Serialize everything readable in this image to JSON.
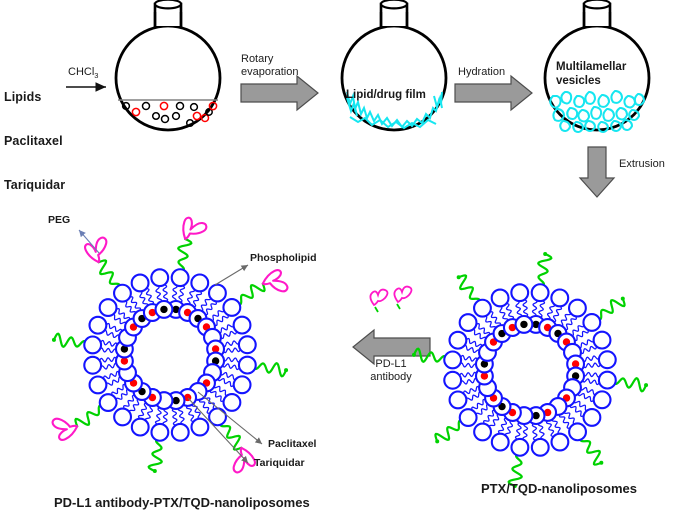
{
  "figure": {
    "type": "diagram",
    "subject": "Preparation scheme of PD-L1 antibody-PTX/TQD-nanoliposomes"
  },
  "inputs": {
    "line1": "Lipids",
    "line2": "Paclitaxel",
    "line3": "Tariquidar",
    "solvent_prefix": "CHCl",
    "solvent_sub": "3"
  },
  "steps": {
    "rotary": "Rotary\nevaporation",
    "hydration": "Hydration",
    "extrusion": "Extrusion",
    "pdl1_antibody": "PD-L1\nantibody"
  },
  "flasks": [
    {
      "id": "flask-solution",
      "label": "",
      "content": "lipid/drug solution in chloroform"
    },
    {
      "id": "flask-film",
      "label": "Lipid/drug film",
      "content": "dried lipid film"
    },
    {
      "id": "flask-mlv",
      "label": "Multilamellar\nvesicles",
      "content": "hydrated multilamellar vesicles"
    }
  ],
  "annotations": {
    "peg": "PEG",
    "phospholipid": "Phospholipid",
    "paclitaxel": "Paclitaxel",
    "tariquidar": "Tariquidar"
  },
  "captions": {
    "left": "PD-L1 antibody-PTX/TQD-nanoliposomes",
    "right": "PTX/TQD-nanoliposomes"
  },
  "colors": {
    "lipid_blue": "#1414ff",
    "peg_green": "#00d200",
    "antibody_magenta": "#ff19c8",
    "vesicle_cyan": "#16e6f0",
    "paclitaxel_red": "#ff0000",
    "tariquidar_black": "#000000",
    "arrow_gray": "#9a9a9a",
    "arrow_stroke": "#4d4d4d",
    "flask_outline": "#000000",
    "text": "#1a1a1a",
    "thin_arrow": "#6a6a6a",
    "peg_arrow": "#6b7fb5"
  },
  "legend_items": [
    {
      "name": "PEG",
      "color": "#00d200",
      "shape": "wavy-chain"
    },
    {
      "name": "Phospholipid",
      "color": "#1414ff",
      "shape": "head-and-tails"
    },
    {
      "name": "Paclitaxel",
      "color": "#ff0000",
      "shape": "dot"
    },
    {
      "name": "Tariquidar",
      "color": "#000000",
      "shape": "dot"
    },
    {
      "name": "PD-L1 antibody",
      "color": "#ff19c8",
      "shape": "y-shape"
    }
  ]
}
